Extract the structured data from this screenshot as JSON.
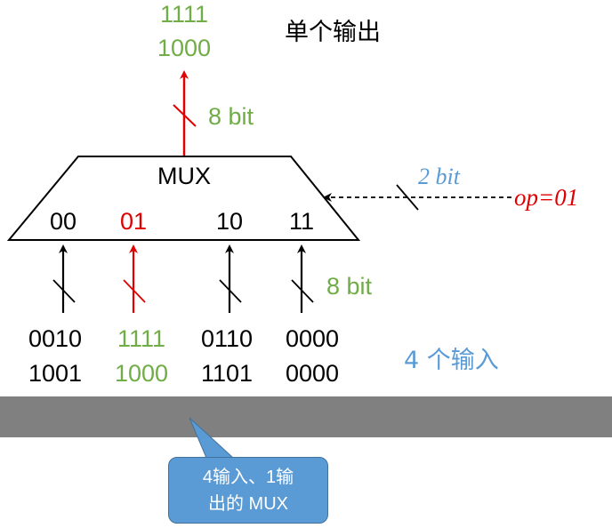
{
  "output": {
    "line1": "1111",
    "line2": "1000",
    "title": "单个输出",
    "bits": "8 bit"
  },
  "mux": {
    "label": "MUX",
    "ports": [
      "00",
      "01",
      "10",
      "11"
    ],
    "selected_port": 1
  },
  "select": {
    "bits": "2 bit",
    "op": "op=01"
  },
  "inputs": {
    "bits": "8 bit",
    "label": "4 个输入",
    "values": [
      {
        "line1": "0010",
        "line2": "1001"
      },
      {
        "line1": "1111",
        "line2": "1000"
      },
      {
        "line1": "0110",
        "line2": "1101"
      },
      {
        "line1": "0000",
        "line2": "0000"
      }
    ]
  },
  "callout": {
    "line1": "4输入、1输",
    "line2": "出的 MUX"
  },
  "colors": {
    "green": "#70ad47",
    "red": "#e00000",
    "blue": "#5b9bd5",
    "black": "#000000",
    "gray_bar": "#808080"
  }
}
